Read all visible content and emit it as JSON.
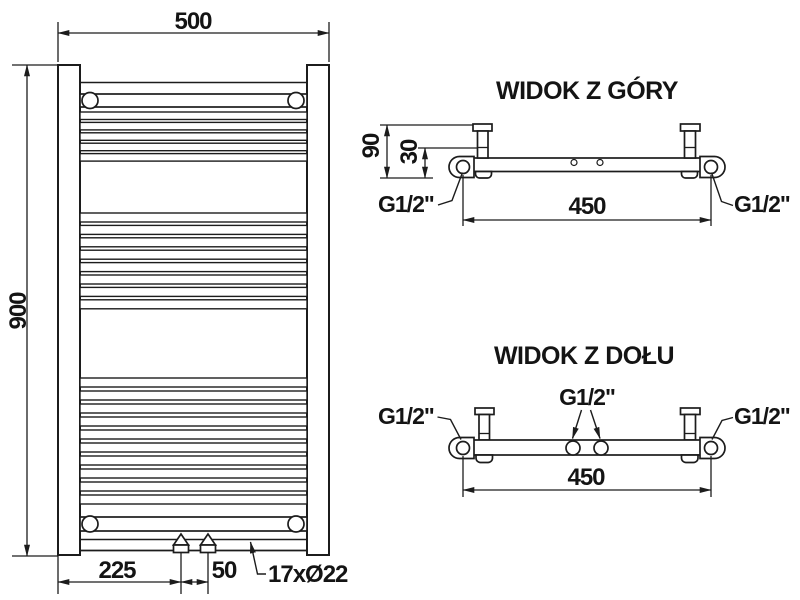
{
  "drawing": {
    "type": "radiator technical drawing",
    "line_color": "#1c1c1c",
    "background": "#ffffff"
  },
  "front_view": {
    "dim_width": "500",
    "dim_height": "900",
    "dim_left_offset": "225",
    "dim_valve_spacing": "50",
    "tube_spec": "17xØ22"
  },
  "top_view": {
    "title": "WIDOK Z GÓRY",
    "dim_depth": "90",
    "dim_inset": "30",
    "dim_span": "450",
    "conn_left": "G1/2\"",
    "conn_right": "G1/2\""
  },
  "bottom_view": {
    "title": "WIDOK Z DOŁU",
    "dim_span": "450",
    "conn_left": "G1/2\"",
    "conn_center": "G1/2\"",
    "conn_right": "G1/2\""
  }
}
